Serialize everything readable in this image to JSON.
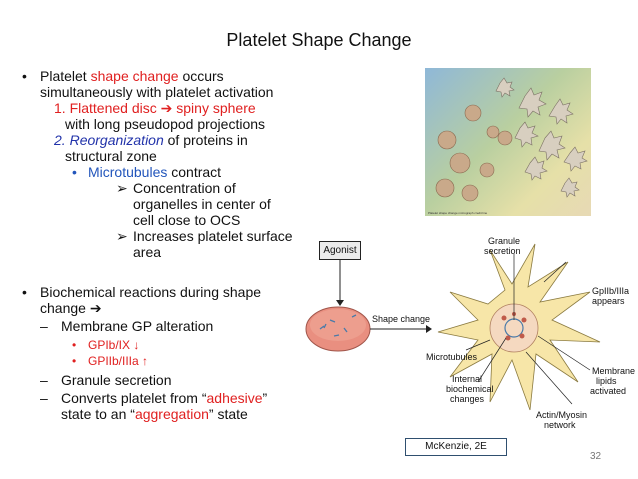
{
  "slide": {
    "title": "Platelet Shape Change",
    "bullets": [
      {
        "pre": "Platelet ",
        "highlight": "shape change",
        "post": " occurs",
        "line2": "simultaneously with platelet activation"
      },
      {
        "num": "1. ",
        "text": "Flattened disc ",
        "arrow": "➔",
        "text2": " spiny sphere",
        "line2": "with long pseudopod projections"
      },
      {
        "num": "2. ",
        "highlight": "Reorganization",
        "post": " of proteins in",
        "line2": "structural zone"
      },
      {
        "highlight": "Microtubules",
        "post": " contract"
      },
      {
        "line1": "Concentration of",
        "line2": "organelles in center of",
        "line3": "cell close to OCS"
      },
      {
        "line1": "Increases platelet surface",
        "line2": "area"
      }
    ],
    "biochem": {
      "line1": "Biochemical reactions during shape",
      "line2": "change ",
      "arrow": "➔"
    },
    "sub": [
      {
        "text": "Membrane GP alteration"
      },
      {
        "text": "GPIb/IX ",
        "arrow": "↓"
      },
      {
        "text": "GPIIb/IIIa ",
        "arrow": "↑"
      },
      {
        "text": "Granule secretion"
      },
      {
        "pre": "Converts platelet from “",
        "h1": "adhesive",
        "mid": "”",
        "line2pre": "state to an “",
        "h2": "aggregation",
        "line2post": "” state"
      }
    ],
    "bullet_char": "•",
    "dash_char": "–",
    "check_char": "➢",
    "page_number": "32",
    "citation": "McKenzie, 2E",
    "photo_caption": "Platelet shape change micrograph credit line"
  },
  "diagram": {
    "agonist": "Agonist",
    "shape_change": "Shape change",
    "granule_secretion": [
      "Granule",
      "secretion"
    ],
    "gp_appears": [
      "GpIIb/IIIa",
      "appears"
    ],
    "microtubules": "Microtubules",
    "internal": [
      "Internal",
      "biochemical",
      "changes"
    ],
    "membrane": [
      "Membrane",
      "lipids",
      "activated"
    ],
    "actin": [
      "Actin/Myosin",
      "network"
    ]
  },
  "colors": {
    "accent_red": "#e02020",
    "accent_blue": "#2233aa",
    "cell_pink": "#e98f80",
    "pseudopod": "#f7e6a8"
  }
}
